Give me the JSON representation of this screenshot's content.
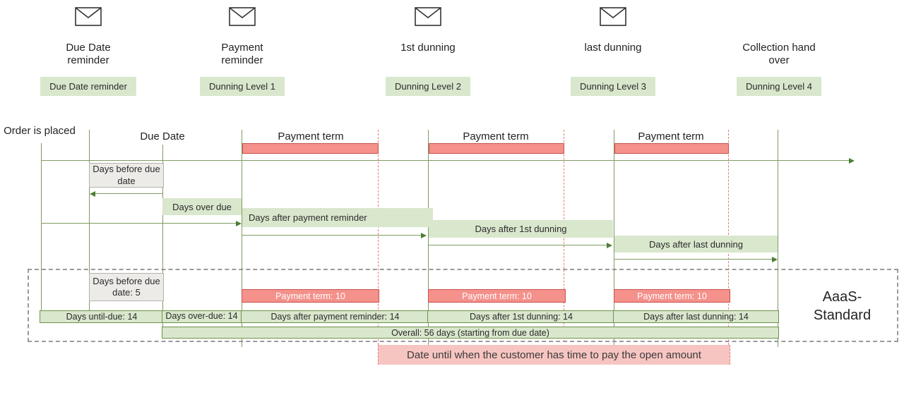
{
  "stages": [
    {
      "label": "Due Date reminder",
      "badge": "Due Date reminder",
      "icon": "envelope-icon"
    },
    {
      "label": "Payment reminder",
      "badge": "Dunning Level 1",
      "icon": "envelope-icon"
    },
    {
      "label": "1st dunning",
      "badge": "Dunning Level 2",
      "icon": "envelope-icon"
    },
    {
      "label": "last dunning",
      "badge": "Dunning Level 3",
      "icon": "envelope-icon"
    },
    {
      "label": "Collection hand over",
      "badge": "Dunning Level 4",
      "icon": "none"
    }
  ],
  "timeline": {
    "order_placed": "Order is placed",
    "due_date": "Due Date",
    "payment_term": "Payment term",
    "days_before_due": "Days before due date",
    "days_over_due": "Days over due",
    "days_after_payment_reminder": "Days after payment reminder",
    "days_after_1st_dunning": "Days after 1st dunning",
    "days_after_last_dunning": "Days after last dunning"
  },
  "standard": {
    "title": "AaaS-Standard",
    "days_before_due": "Days before due date: 5",
    "payment_term": "Payment term: 10",
    "days_until_due": "Days until-due: 14",
    "days_over_due": "Days over-due: 14",
    "days_after_payment_reminder": "Days after payment reminder: 14",
    "days_after_1st_dunning": "Days after 1st dunning: 14",
    "days_after_last_dunning": "Days after last dunning: 14",
    "overall": "Overall: 56 days (starting from due date)"
  },
  "footer_note": "Date until when the customer has time to pay the open amount",
  "colors": {
    "light_green": "#d9e7cd",
    "green_border": "#6f9048",
    "line_green": "#7f9b63",
    "arrow_green": "#4e7d36",
    "red_fill": "#f4918b",
    "red_border": "#c9504c",
    "red_dashed": "#e87a72",
    "pink_fill": "#f7c5c1",
    "gray_fill": "#ecebe8",
    "gray_border": "#b5b2ae",
    "dashed_box_border": "#9a9a9a"
  }
}
